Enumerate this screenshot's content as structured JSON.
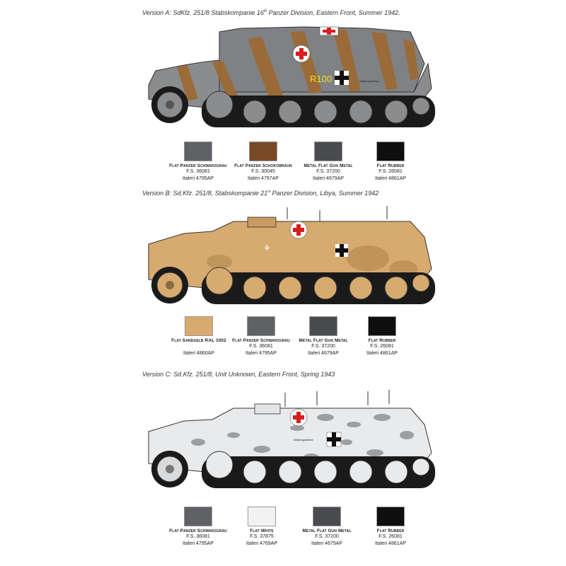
{
  "versions": [
    {
      "caption_prefix": "Version A: SdKfz. 251/8 Stabskompanie 16",
      "caption_sup": "th",
      "caption_suffix": " Panzer Division, Eastern Front, Summer 1942.",
      "vehicle_marking": "R100",
      "hull_stencil": "Wartungsdienst",
      "swatches": [
        {
          "name": "Flat Panzer Schwarzgrau",
          "fs": "F.S. 36081",
          "code": "Italeri 4795AP",
          "color": "#5f6164"
        },
        {
          "name": "Flat Panzer Schokobraun",
          "fs": "F.S. 30045",
          "code": "Italeri 4797AP",
          "color": "#7a4a26"
        },
        {
          "name": "Metal Flat Gun Metal",
          "fs": "F.S. 37200",
          "code": "Italeri 4679AP",
          "color": "#4a4b4e"
        },
        {
          "name": "Flat Rubber",
          "fs": "F.S. 26081",
          "code": "Italeri 4861AP",
          "color": "#0f0f0f"
        }
      ]
    },
    {
      "caption_prefix": "Version B: Sd.Kfz. 251/8, Stabskompanie 21",
      "caption_sup": "st",
      "caption_suffix": " Panzer Division, Libya, Summer 1942",
      "swatches": [
        {
          "name": "Flat Sandgelb RAL 1002",
          "fs": "",
          "code": "Italeri 4860AP",
          "color": "#d9aa6e"
        },
        {
          "name": "Flat Panzer Schwarzgrau",
          "fs": "F.S. 36081",
          "code": "Italeri 4795AP",
          "color": "#5f6164"
        },
        {
          "name": "Metal Flat Gun Metal",
          "fs": "F.S. 37200",
          "code": "Italeri 4679AP",
          "color": "#4a4b4e"
        },
        {
          "name": "Flat Rubber",
          "fs": "F.S. 26081",
          "code": "Italeri 4861AP",
          "color": "#0f0f0f"
        }
      ]
    },
    {
      "caption_prefix": "Version C: Sd.Kfz. 251/8, Unit Unknown, Eastern Front, Spring 1943",
      "caption_sup": "",
      "caption_suffix": "",
      "hull_stencil": "Wartungsdienst",
      "swatches": [
        {
          "name": "Flat Panzer Schwarzgrau",
          "fs": "F.S. 36081",
          "code": "Italeri 4795AP",
          "color": "#5f6164"
        },
        {
          "name": "Flat White",
          "fs": "F.S. 37875",
          "code": "Italeri 4769AP",
          "color": "#f2f2f2"
        },
        {
          "name": "Metal Flat Gun Metal",
          "fs": "F.S. 37200",
          "code": "Italeri 4679AP",
          "color": "#4a4b4e"
        },
        {
          "name": "Flat Rubber",
          "fs": "F.S. 26081",
          "code": "Italeri 4861AP",
          "color": "#0f0f0f"
        }
      ]
    }
  ],
  "colors": {
    "grey_base": "#8a8c8e",
    "brown_stripe": "#9c6a35",
    "sand_base": "#d7aa6f",
    "white_base": "#e8eaec",
    "gun_metal": "#4a4b4e",
    "rubber": "#1a1a1a",
    "red_cross": "#d81e1e"
  }
}
